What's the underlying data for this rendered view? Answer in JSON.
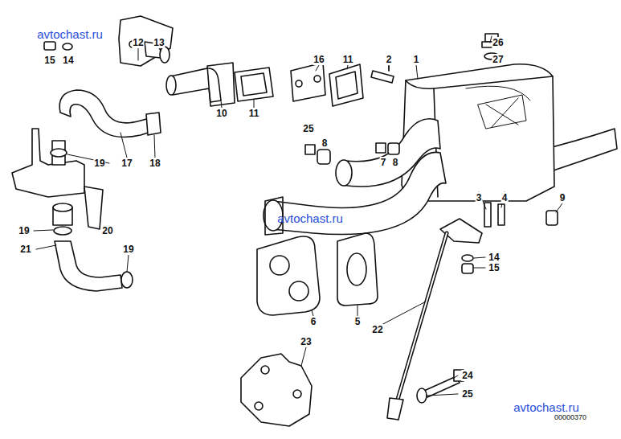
{
  "diagram": {
    "labels": [
      "avtochast.ru",
      "12",
      "13",
      "26",
      "16",
      "11",
      "2",
      "1",
      "15",
      "14",
      "27",
      "10",
      "11",
      "25",
      "8",
      "19",
      "17",
      "18",
      "7",
      "8",
      "3",
      "4",
      "9",
      "avtochast.ru",
      "19",
      "20",
      "21",
      "19",
      "14",
      "15",
      "6",
      "5",
      "22",
      "23",
      "24",
      "25",
      "avtochast.ru",
      "00000370"
    ]
  }
}
